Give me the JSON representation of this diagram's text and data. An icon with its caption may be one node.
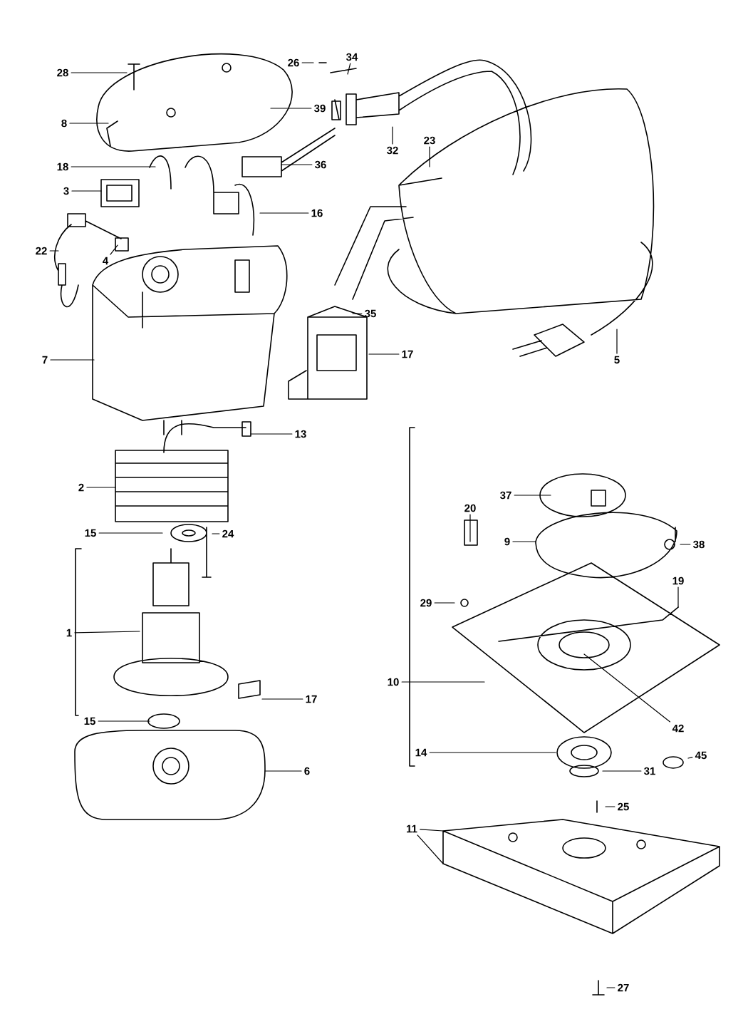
{
  "diagram": {
    "nodes": [
      {
        "text": [
          "28"
        ]
      },
      {
        "text": [
          "26"
        ]
      },
      {
        "text": [
          "34"
        ]
      },
      {
        "text": [
          "8"
        ]
      },
      {
        "text": [
          "39"
        ]
      },
      {
        "text": [
          "32"
        ]
      },
      {
        "text": [
          "23"
        ]
      },
      {
        "text": [
          "18"
        ]
      },
      {
        "text": [
          "36"
        ]
      },
      {
        "text": [
          "3"
        ]
      },
      {
        "text": [
          "16"
        ]
      },
      {
        "text": [
          "22"
        ]
      },
      {
        "text": [
          "4"
        ]
      },
      {
        "text": [
          "35"
        ]
      },
      {
        "text": [
          "17"
        ]
      },
      {
        "text": [
          "5"
        ]
      },
      {
        "text": [
          "7"
        ]
      },
      {
        "text": [
          "13"
        ]
      },
      {
        "text": [
          "2"
        ]
      },
      {
        "text": [
          "37"
        ]
      },
      {
        "text": [
          "20"
        ]
      },
      {
        "text": [
          "15"
        ]
      },
      {
        "text": [
          "24"
        ]
      },
      {
        "text": [
          "9"
        ]
      },
      {
        "text": [
          "38"
        ]
      },
      {
        "text": [
          "29"
        ]
      },
      {
        "text": [
          "19"
        ]
      },
      {
        "text": [
          "1"
        ]
      },
      {
        "text": [
          "10"
        ]
      },
      {
        "text": [
          "17"
        ]
      },
      {
        "text": [
          "15"
        ]
      },
      {
        "text": [
          "42"
        ]
      },
      {
        "text": [
          "14"
        ]
      },
      {
        "text": [
          "45"
        ]
      },
      {
        "text": [
          "6"
        ]
      },
      {
        "text": [
          "31"
        ]
      },
      {
        "text": [
          "25"
        ]
      },
      {
        "text": [
          "11"
        ]
      },
      {
        "text": [
          "27"
        ]
      }
    ],
    "edges": [
      {
        "from": 0,
        "to": null,
        "arrow": "none"
      },
      {
        "from": 1,
        "to": null,
        "arrow": "none"
      },
      {
        "from": 2,
        "to": null,
        "arrow": "none"
      },
      {
        "from": 3,
        "to": null,
        "arrow": "none"
      },
      {
        "from": 4,
        "to": null,
        "arrow": "none"
      },
      {
        "from": 5,
        "to": null,
        "arrow": "none"
      },
      {
        "from": 6,
        "to": null,
        "arrow": "none"
      },
      {
        "from": 7,
        "to": null,
        "arrow": "none"
      },
      {
        "from": 8,
        "to": null,
        "arrow": "none"
      },
      {
        "from": 9,
        "to": null,
        "arrow": "none"
      },
      {
        "from": 10,
        "to": null,
        "arrow": "none"
      },
      {
        "from": 11,
        "to": null,
        "arrow": "none"
      },
      {
        "from": 12,
        "to": null,
        "arrow": "none"
      },
      {
        "from": 13,
        "to": null,
        "arrow": "none"
      },
      {
        "from": 14,
        "to": null,
        "arrow": "none"
      },
      {
        "from": 15,
        "to": null,
        "arrow": "none"
      },
      {
        "from": 16,
        "to": null,
        "arrow": "none"
      },
      {
        "from": 17,
        "to": null,
        "arrow": "none"
      },
      {
        "from": 18,
        "to": null,
        "arrow": "none"
      },
      {
        "from": 19,
        "to": null,
        "arrow": "none"
      },
      {
        "from": 20,
        "to": null,
        "arrow": "none"
      },
      {
        "from": 21,
        "to": null,
        "arrow": "none"
      },
      {
        "from": 22,
        "to": null,
        "arrow": "none"
      },
      {
        "from": 23,
        "to": null,
        "arrow": "none"
      },
      {
        "from": 24,
        "to": null,
        "arrow": "none"
      },
      {
        "from": 25,
        "to": null,
        "arrow": "none"
      },
      {
        "from": 26,
        "to": null,
        "arrow": "none"
      },
      {
        "from": 27,
        "to": null,
        "arrow": "none"
      },
      {
        "from": 28,
        "to": null,
        "arrow": "none"
      },
      {
        "from": 29,
        "to": null,
        "arrow": "none"
      },
      {
        "from": 30,
        "to": null,
        "arrow": "none"
      },
      {
        "from": 31,
        "to": null,
        "arrow": "none"
      },
      {
        "from": 32,
        "to": null,
        "arrow": "none"
      },
      {
        "from": 33,
        "to": null,
        "arrow": "none"
      },
      {
        "from": 34,
        "to": null,
        "arrow": "none"
      },
      {
        "from": 35,
        "to": null,
        "arrow": "none"
      },
      {
        "from": 36,
        "to": null,
        "arrow": "none"
      },
      {
        "from": 37,
        "to": null,
        "arrow": "none"
      },
      {
        "from": 37,
        "to": null,
        "arrow": "none"
      },
      {
        "from": 38,
        "to": null,
        "arrow": "none"
      }
    ]
  }
}
